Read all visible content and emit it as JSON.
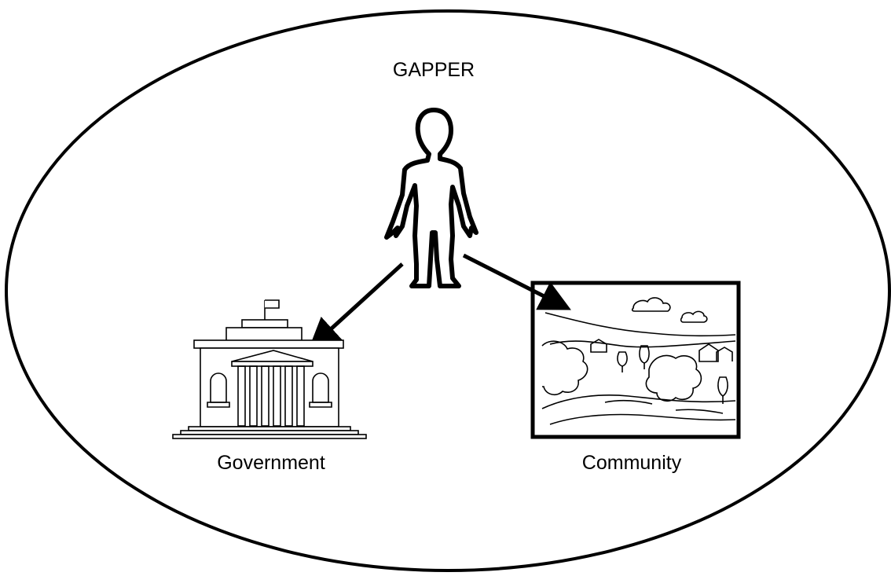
{
  "diagram": {
    "center_label": "GAPPER",
    "nodes": [
      {
        "id": "government",
        "label": "Government",
        "icon": "government-building-icon"
      },
      {
        "id": "community",
        "label": "Community",
        "icon": "community-landscape-icon"
      }
    ],
    "edges": [
      {
        "from": "GAPPER",
        "to": "government",
        "style": "arrow"
      },
      {
        "from": "GAPPER",
        "to": "community",
        "style": "arrow"
      }
    ],
    "colors": {
      "stroke": "#000000",
      "background": "#ffffff"
    }
  }
}
